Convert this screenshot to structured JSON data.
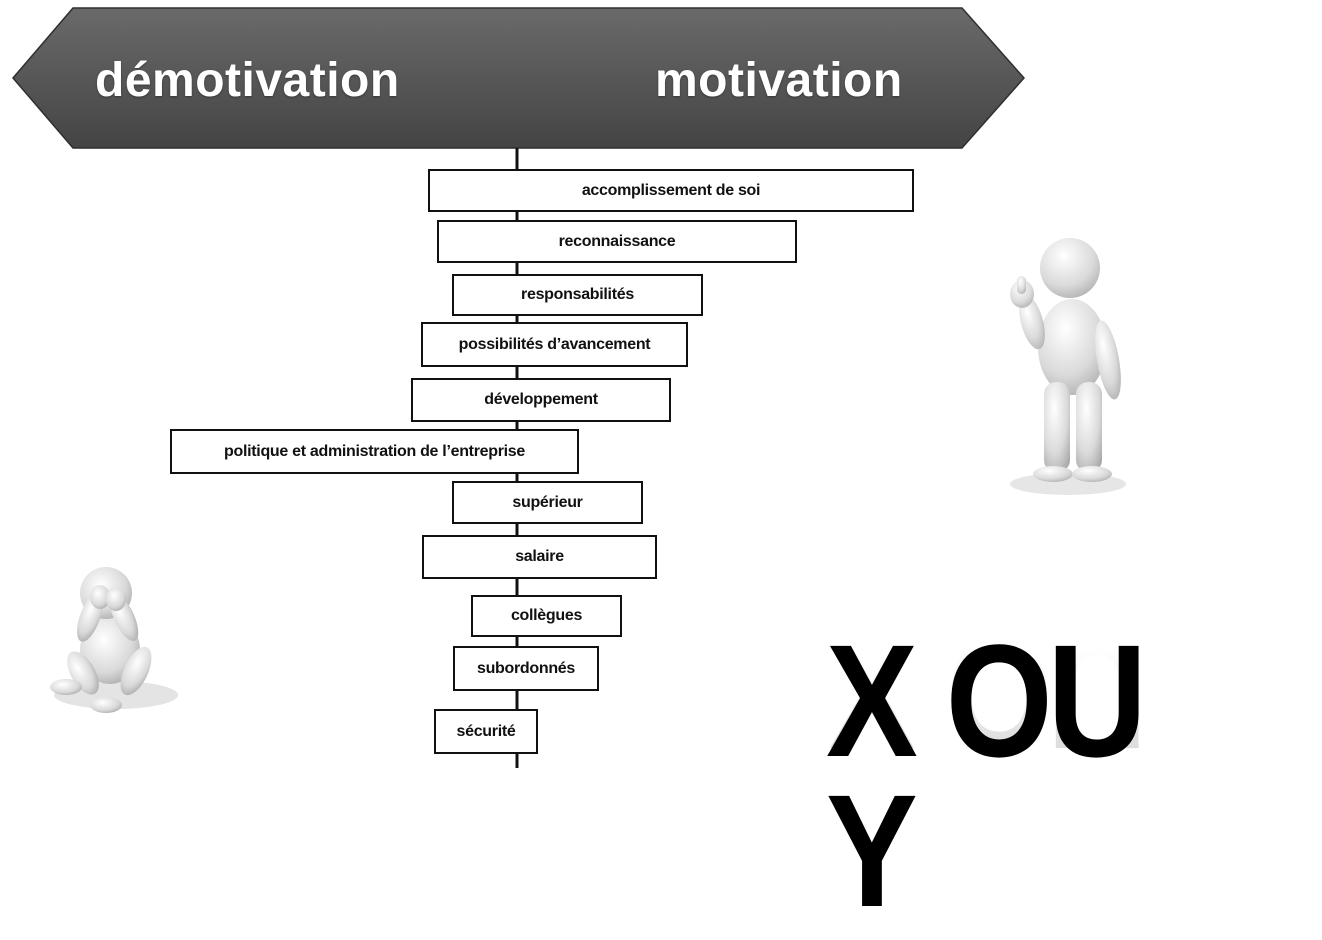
{
  "banner": {
    "left_word": "démotivation",
    "right_word": "motivation"
  },
  "factors": [
    {
      "label": "accomplissement de soi"
    },
    {
      "label": "reconnaissance"
    },
    {
      "label": "responsabilités"
    },
    {
      "label": "possibilités d’avancement"
    },
    {
      "label": "développement"
    },
    {
      "label": "politique et administration de l’entreprise"
    },
    {
      "label": "supérieur"
    },
    {
      "label": "salaire"
    },
    {
      "label": "collègues"
    },
    {
      "label": "subordonnés"
    },
    {
      "label": "sécurité"
    }
  ],
  "headline": "X OU Y",
  "figures": {
    "left": "sad-figure-icon",
    "right": "thumbs-up-figure-icon"
  }
}
